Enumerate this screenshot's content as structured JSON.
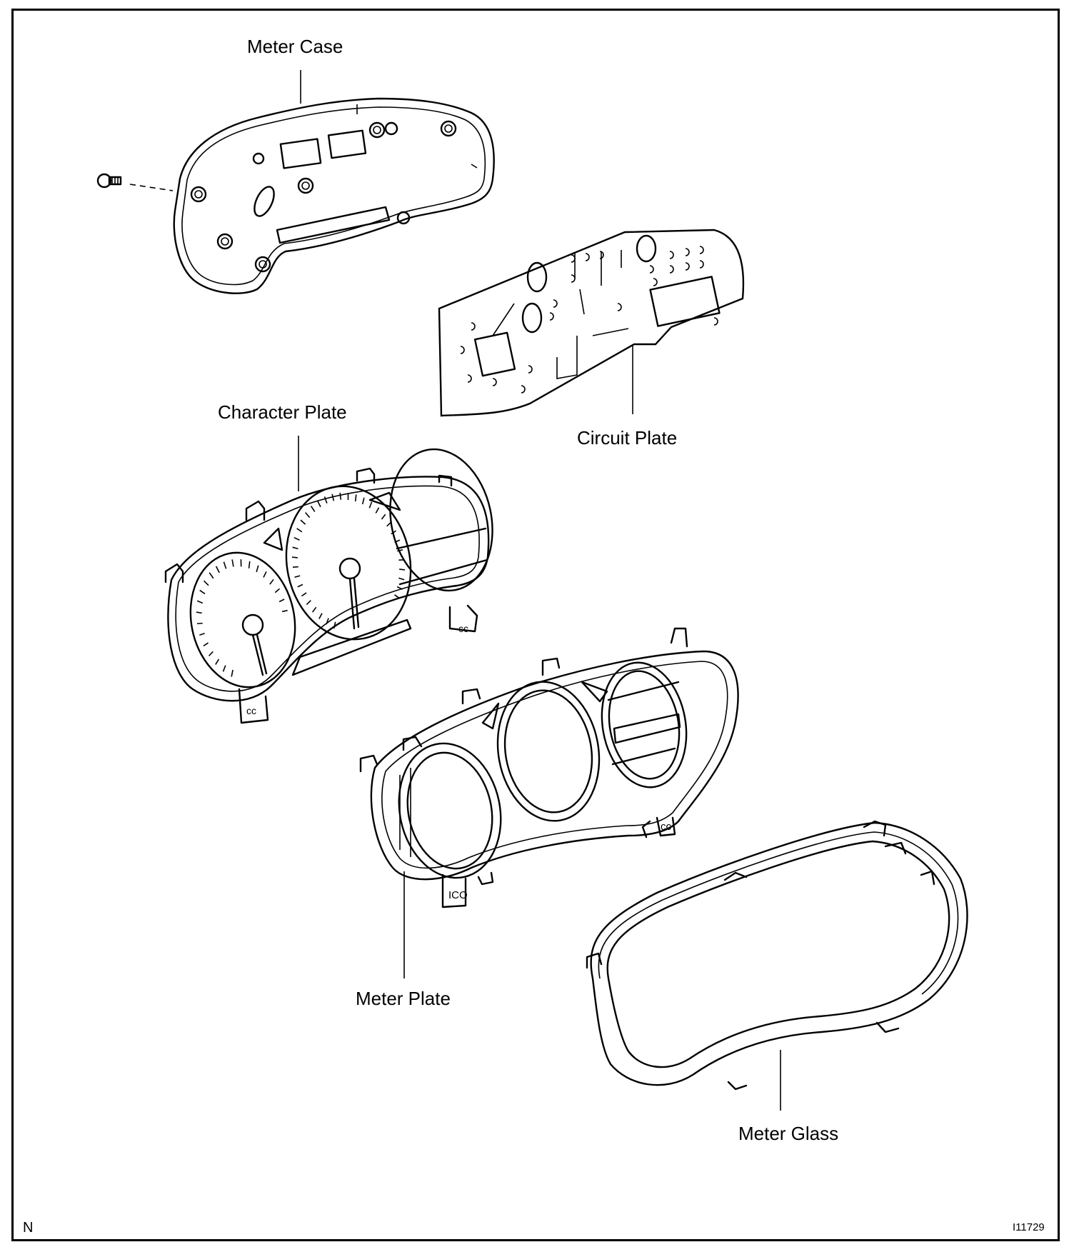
{
  "labels": {
    "meter_case": "Meter Case",
    "circuit_plate": "Circuit Plate",
    "character_plate": "Character Plate",
    "meter_plate": "Meter Plate",
    "meter_glass": "Meter Glass"
  },
  "corner": {
    "left": "N",
    "right": "I11729"
  }
}
